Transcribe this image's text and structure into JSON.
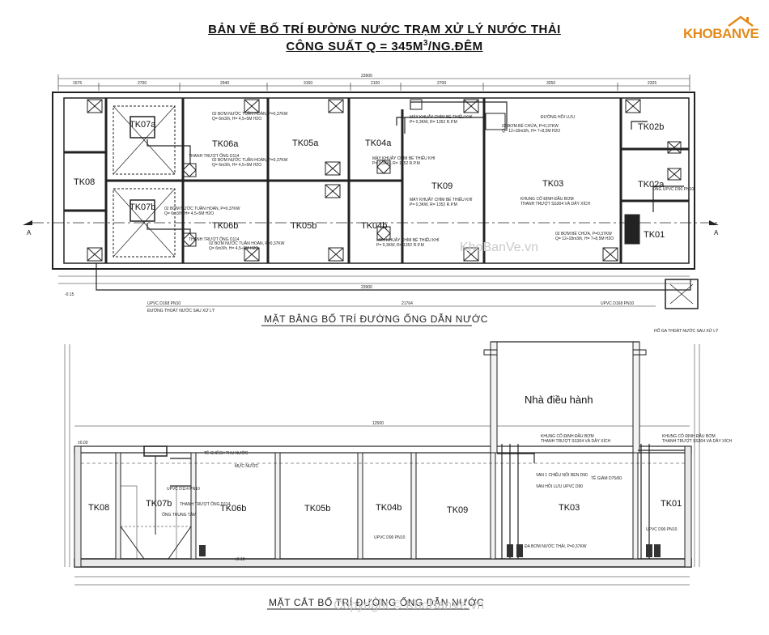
{
  "title": {
    "line1": "BẢN VẼ BỐ TRÍ ĐƯỜNG NƯỚC TRẠM XỬ LÝ NƯỚC THẢI",
    "line2_prefix": "CÔNG SUẤT Q = 345M",
    "line2_sup": "3",
    "line2_suffix": "/NG.ĐÊM"
  },
  "logo": {
    "text": "KHOBANVE"
  },
  "plan": {
    "caption": "MẶT BẰNG BỐ TRÍ ĐƯỜNG ỐNG DẪN NƯỚC",
    "section_marker": "A",
    "watermark": "KhoBanVe.vn",
    "overall_dim": "23900",
    "pipe_length": "21764",
    "pipe_label_left": "UPVC D168 PN10",
    "pipe_label_right": "UPVC D168 PN10",
    "outlet_label": "ĐƯỜNG THOÁT NƯỚC SAU XỬ LÝ",
    "manhole_label": "HỐ GA THOÁT NƯỚC SAU XỬ LÝ",
    "top_dims": [
      "1575",
      "2700",
      "2940",
      "3150",
      "2100",
      "2700",
      "3250",
      "2325"
    ],
    "tanks": [
      "TK08",
      "TK07a",
      "TK07b",
      "TK06a",
      "TK06b",
      "TK05a",
      "TK05b",
      "TK04a",
      "TK04b",
      "TK09",
      "TK03",
      "TK02b",
      "TK02a",
      "TK01"
    ],
    "notes": [
      "02 BƠM NƯỚC TUẦN HOÀN, P=0,37KW",
      "Q= 6m3/h, H= 4,5÷5M H2O",
      "THANH TRƯỢT ỐNG D114",
      "MÁY KHUẤY CHÌM BỂ THIẾU KHÍ",
      "P= 0,3KW, R= 1352 R.P.M",
      "KHUNG CỐ ĐỊNH ĐẦU BƠM",
      "THANH TRƯỢT SS304 VÀ DÂY XÍCH",
      "02 BƠM BỂ CHỨA, P=0,37KW",
      "Q= 12÷18m3/h, H= 7÷8,5M H2O",
      "ỐNG UPVC D90 PN10",
      "ĐƯỜNG HỒI LƯU"
    ]
  },
  "section": {
    "caption": "MẶT CẮT BỐ TRÍ ĐƯỜNG ỐNG DẪN NƯỚC",
    "watermark": "Copyright © KhoBanVe.vn",
    "building_label": "Nhà điều hành",
    "overall_dim": "12500",
    "tanks": [
      "TK08",
      "TK07b",
      "TK06b",
      "TK05b",
      "TK04b",
      "TK09",
      "TK03",
      "TK01"
    ],
    "notes": [
      "MỰC NƯỚC",
      "TÊ CHẾCH THU NƯỚC",
      "UPVC D114 PN10",
      "THANH TRƯỢT ỐNG D114",
      "ỐNG TRUNG TÂM",
      "VAN 1 CHIỀU NỐI REN D90",
      "VAN HỒI LƯU UPVC D90",
      "TÊ GIẢM D75/60",
      "UPVC D90 PN10",
      "ĐA BƠM NƯỚC THẢI, P=0,37KW",
      "KHUNG CỐ ĐỊNH ĐẦU BƠM",
      "THANH TRƯỢT SS304 VÀ DÂY XÍCH"
    ],
    "levels": [
      "-0.15",
      "±0.00",
      "±0.18"
    ]
  }
}
